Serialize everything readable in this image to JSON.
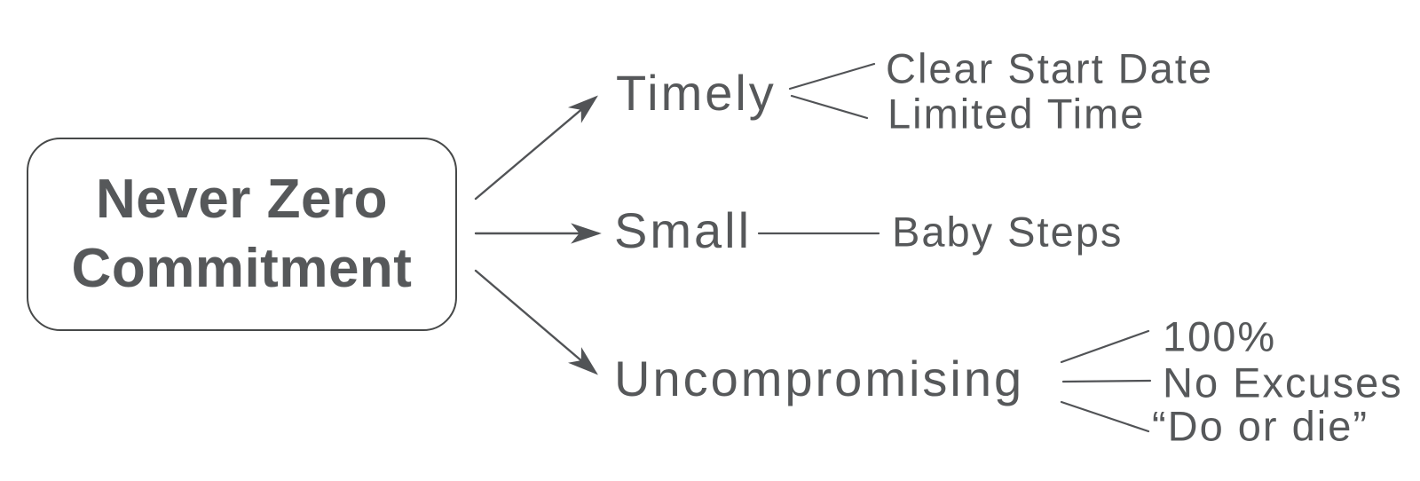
{
  "colors": {
    "background": "#ffffff",
    "text": "#56585a",
    "line": "#515356",
    "box_border": "#474949"
  },
  "root_node": {
    "lines": [
      "Never Zero",
      "Commitment"
    ]
  },
  "branches": [
    {
      "label": "Timely",
      "children": [
        "Clear Start Date",
        "Limited Time"
      ]
    },
    {
      "label": "Small",
      "children": [
        "Baby Steps"
      ]
    },
    {
      "label": "Uncompromising",
      "children": [
        "100%",
        "No Excuses",
        "“Do or die”"
      ]
    }
  ]
}
